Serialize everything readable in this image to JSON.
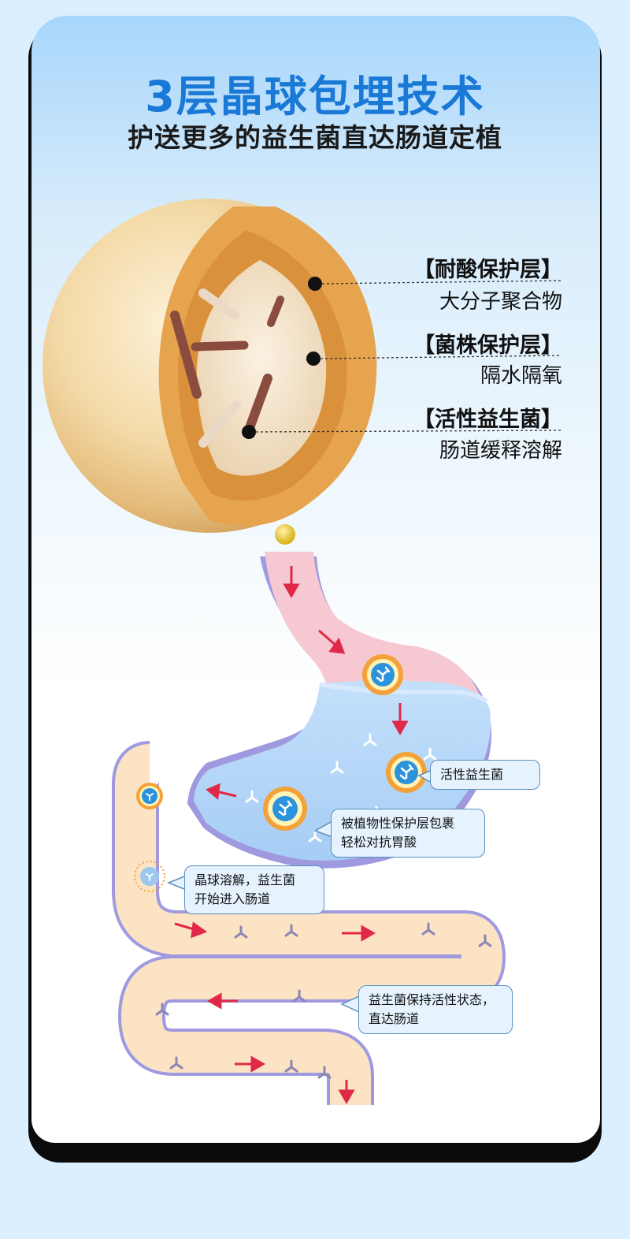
{
  "header": {
    "title": "3层晶球包埋技术",
    "subtitle": "护送更多的益生菌直达肠道定植"
  },
  "layers": [
    {
      "title": "【耐酸保护层】",
      "desc": "大分子聚合物"
    },
    {
      "title": "【菌株保护层】",
      "desc": "隔水隔氧"
    },
    {
      "title": "【活性益生菌】",
      "desc": "肠道缓释溶解"
    }
  ],
  "callouts": {
    "active": "活性益生菌",
    "protect_line1": "被植物性保护层包裹",
    "protect_line2": "轻松对抗胃酸",
    "dissolve_line1": "晶球溶解，益生菌",
    "dissolve_line2": "开始进入肠道",
    "keep_line1": "益生菌保持活性状态，",
    "keep_line2": "直达肠道"
  },
  "colors": {
    "title_blue": "#1a78d6",
    "arrow_red": "#e02848",
    "stomach_pink": "#f6c9d2",
    "stomach_blue": "#b6d8f8",
    "intestine_cream": "#fbe3c4"
  }
}
